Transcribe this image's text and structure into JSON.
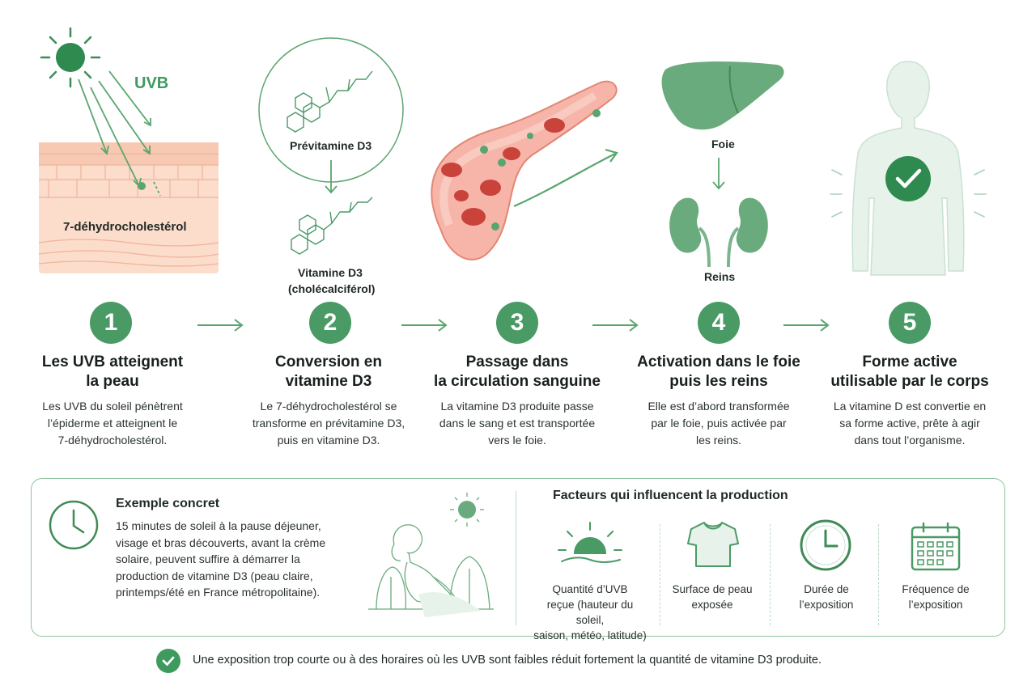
{
  "illustration_labels": {
    "uvb": "UVB",
    "skin_molecule": "7-déhydrocholestérol",
    "previtamin": "Prévitamine D3",
    "vitamin_d3_line1": "Vitamine D3",
    "vitamin_d3_line2": "(cholécalciférol)",
    "liver": "Foie",
    "kidneys": "Reins"
  },
  "steps": [
    {
      "number": "1",
      "title_line1": "Les UVB atteignent",
      "title_line2": "la peau",
      "desc_line1": "Les UVB du soleil pénètrent",
      "desc_line2": "l’épiderme et atteignent le",
      "desc_line3": "7-déhydrocholestérol."
    },
    {
      "number": "2",
      "title_line1": "Conversion en",
      "title_line2": "vitamine D3",
      "desc_line1": "Le 7-déhydrocholestérol se",
      "desc_line2": "transforme en prévitamine D3,",
      "desc_line3": "puis en vitamine D3."
    },
    {
      "number": "3",
      "title_line1": "Passage dans",
      "title_line2": "la circulation sanguine",
      "desc_line1": "La vitamine D3 produite passe",
      "desc_line2": "dans le sang et est transportée",
      "desc_line3": "vers le foie."
    },
    {
      "number": "4",
      "title_line1": "Activation dans le foie",
      "title_line2": "puis les reins",
      "desc_line1": "Elle est d’abord transformée",
      "desc_line2": "par le foie, puis activée par",
      "desc_line3": "les reins."
    },
    {
      "number": "5",
      "title_line1": "Forme active",
      "title_line2": "utilisable par le corps",
      "desc_line1": "La vitamine D est convertie en",
      "desc_line2": "sa forme active, prête à agir",
      "desc_line3": "dans tout l’organisme."
    }
  ],
  "example": {
    "title": "Exemple concret",
    "line1": "15 minutes de soleil à la pause déjeuner,",
    "line2": "visage et bras découverts, avant la crème",
    "line3": "solaire, peuvent suffire à démarrer la",
    "line4": "production de vitamine D3 (peau claire,",
    "line5": "printemps/été en France métropolitaine)."
  },
  "factors": {
    "title": "Facteurs qui influencent la production",
    "items": [
      {
        "icon": "sun-horizon-icon",
        "line1": "Quantité d’UVB",
        "line2": "reçue (hauteur du soleil,",
        "line3": "saison, météo, latitude)"
      },
      {
        "icon": "shirt-icon",
        "line1": "Surface de peau",
        "line2": "exposée",
        "line3": ""
      },
      {
        "icon": "clock-icon",
        "line1": "Durée de",
        "line2": "l’exposition",
        "line3": ""
      },
      {
        "icon": "calendar-icon",
        "line1": "Fréquence de",
        "line2": "l’exposition",
        "line3": ""
      }
    ]
  },
  "note": "Une exposition trop courte ou à des horaires où les UVB sont faibles réduit fortement la quantité de vitamine D3 produite.",
  "colors": {
    "accent": "#4a9a65",
    "dark_green": "#3f8a57",
    "skin": "#fbd9c8",
    "blood": "#e98a7a",
    "organ": "#6aab7e"
  }
}
